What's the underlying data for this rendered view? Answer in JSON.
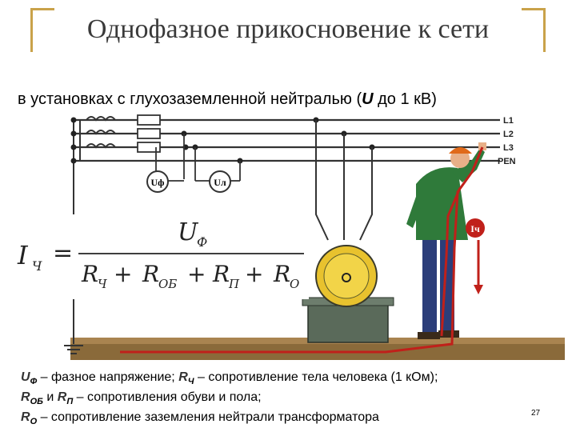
{
  "title": "Однофазное прикосновение к сети",
  "subtitle": {
    "prefix": "в установках с глухозаземленной нейтралью (",
    "u_symbol": "U",
    "suffix": " до 1 кВ)"
  },
  "lines": {
    "l1": "L1",
    "l2": "L2",
    "l3": "L3",
    "pen": "PEN"
  },
  "meters": {
    "phase": "Uф",
    "line": "Uл"
  },
  "current_label": "Iч",
  "formula": {
    "lhs": "I",
    "lhs_sub": "Ч",
    "eq": "=",
    "numerator": "U",
    "numerator_sub": "Ф",
    "denominator": [
      {
        "sym": "R",
        "sub": "Ч"
      },
      {
        "sym": "R",
        "sub": "ОБ"
      },
      {
        "sym": "R",
        "sub": "П"
      },
      {
        "sym": "R",
        "sub": "О"
      }
    ],
    "plus": "+"
  },
  "legend": {
    "line1": {
      "sym": "U",
      "sub": "Ф",
      "text1": " – фазное напряжение; ",
      "sym2": "R",
      "sub2": "Ч",
      "text2": " – сопротивление тела человека (1 кОм);"
    },
    "line2": {
      "sym": "R",
      "sub": "ОБ",
      "text1": " и ",
      "sym2": "R",
      "sub2": "П",
      "text2": " – сопротивления обуви и пола;"
    },
    "line3": {
      "sym": "R",
      "sub": "О",
      "text1": " – сопротивление заземления нейтрали трансформатора"
    }
  },
  "page_number": "27",
  "colors": {
    "accent": "#c9a24a",
    "current_path": "#c0201a",
    "ground": "#8a6a3a",
    "motor": "#e8c22e",
    "motor_base": "#5a6a5a",
    "jacket": "#2f7a3a",
    "pants": "#2c3e7a",
    "helmet": "#e06a1a"
  },
  "icons": [
    "transformer-coil-icon",
    "fuse-icon",
    "voltmeter-icon",
    "motor-icon",
    "ground-icon",
    "person-figure"
  ]
}
